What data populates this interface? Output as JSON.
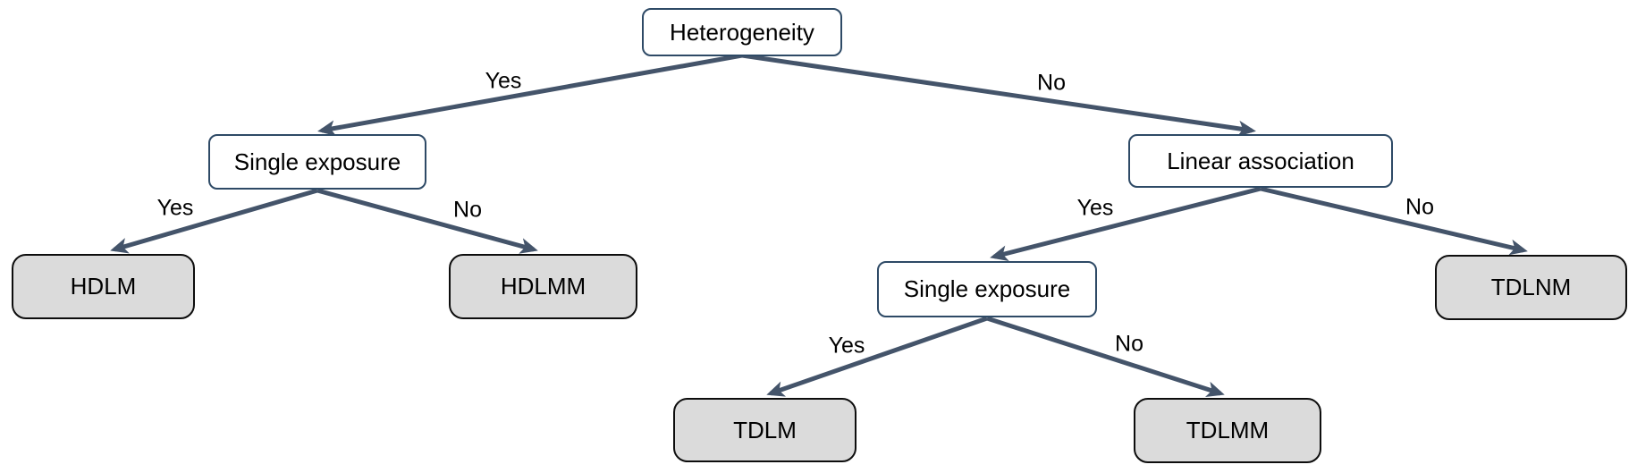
{
  "diagram": {
    "type": "decision-tree",
    "colors": {
      "background": "#ffffff",
      "edge": "#44546a",
      "decision_node_fill": "#ffffff",
      "decision_node_border": "#2e4a66",
      "leaf_node_fill": "#dbdbdb",
      "leaf_node_border": "#0d0d0d",
      "text": "#000000"
    },
    "nodes": {
      "heterogeneity": {
        "label": "Heterogeneity",
        "kind": "decision"
      },
      "single_exposure_left": {
        "label": "Single exposure",
        "kind": "decision"
      },
      "linear_association": {
        "label": "Linear association",
        "kind": "decision"
      },
      "single_exposure_right": {
        "label": "Single exposure",
        "kind": "decision"
      },
      "hdlm": {
        "label": "HDLM",
        "kind": "leaf"
      },
      "hdlmm": {
        "label": "HDLMM",
        "kind": "leaf"
      },
      "tdlnm": {
        "label": "TDLNM",
        "kind": "leaf"
      },
      "tdlm": {
        "label": "TDLM",
        "kind": "leaf"
      },
      "tdlmm": {
        "label": "TDLMM",
        "kind": "leaf"
      }
    },
    "edge_labels": {
      "root_yes": "Yes",
      "root_no": "No",
      "left_yes": "Yes",
      "left_no": "No",
      "linear_yes": "Yes",
      "linear_no": "No",
      "right_yes": "Yes",
      "right_no": "No"
    },
    "edges": [
      {
        "from": "Heterogeneity",
        "label": "Yes",
        "to": "Single exposure (left)"
      },
      {
        "from": "Heterogeneity",
        "label": "No",
        "to": "Linear association"
      },
      {
        "from": "Single exposure (left)",
        "label": "Yes",
        "to": "HDLM"
      },
      {
        "from": "Single exposure (left)",
        "label": "No",
        "to": "HDLMM"
      },
      {
        "from": "Linear association",
        "label": "Yes",
        "to": "Single exposure (right)"
      },
      {
        "from": "Linear association",
        "label": "No",
        "to": "TDLNM"
      },
      {
        "from": "Single exposure (right)",
        "label": "Yes",
        "to": "TDLM"
      },
      {
        "from": "Single exposure (right)",
        "label": "No",
        "to": "TDLMM"
      }
    ]
  }
}
